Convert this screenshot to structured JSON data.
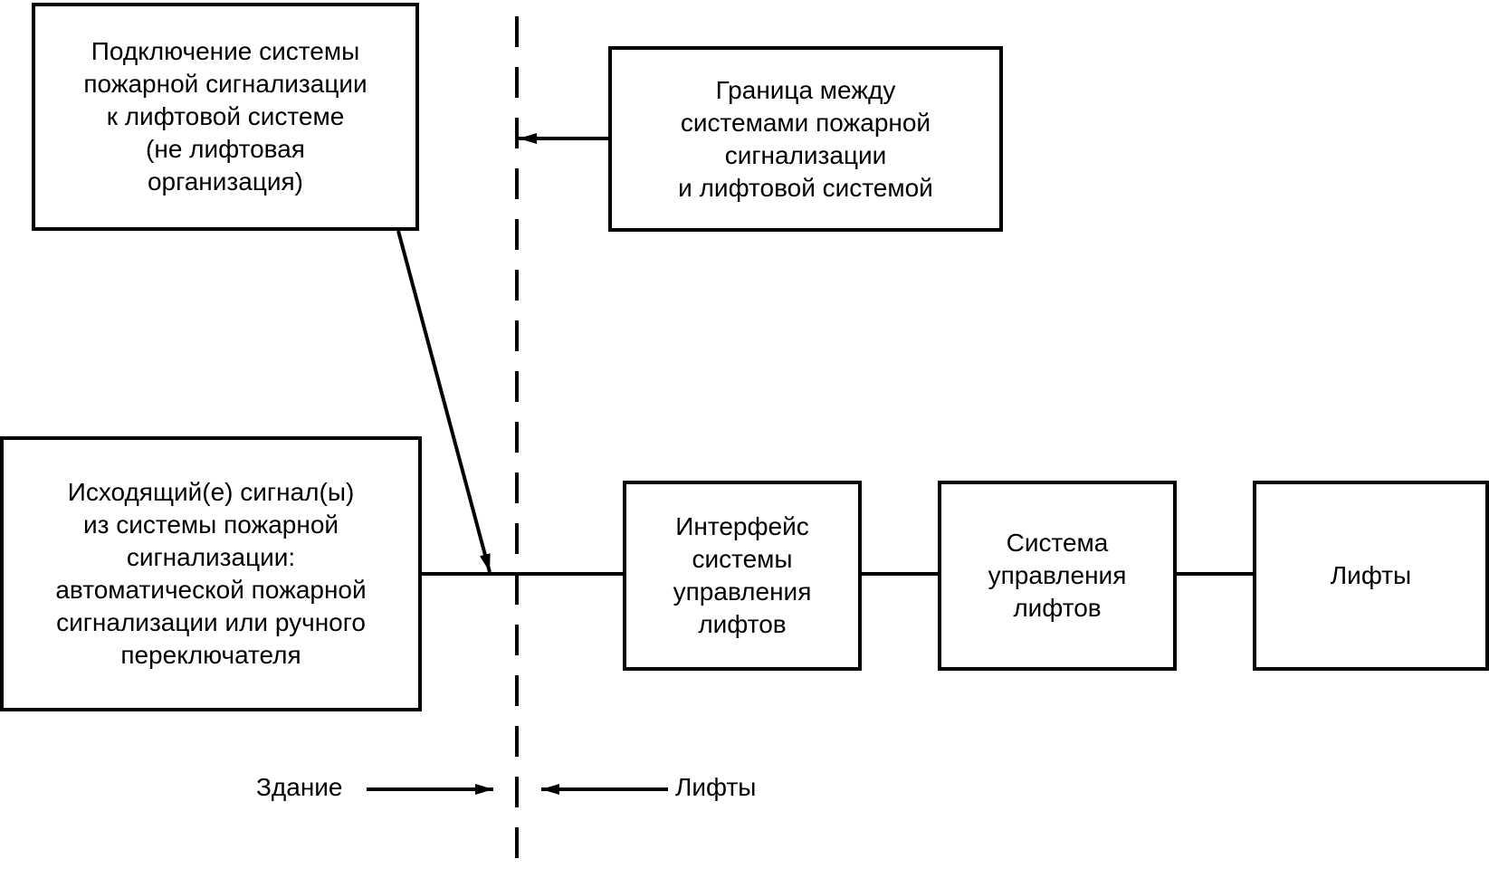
{
  "boxes": {
    "fire_connection": "Подключение системы\nпожарной сигнализации\nк лифтовой системе\n(не лифтовая\nорганизация)",
    "boundary": "Граница между\nсистемами пожарной\nсигнализации\nи лифтовой системой",
    "output_signals": "Исходящий(е) сигнал(ы)\nиз системы пожарной\nсигнализации:\nавтоматической пожарной\nсигнализации или ручного\nпереключателя",
    "interface": "Интерфейс\nсистемы\nуправления\nлифтов",
    "control_system": "Система\nуправления\nлифтов",
    "lifts": "Лифты"
  },
  "labels": {
    "building": "Здание",
    "lifts": "Лифты"
  },
  "colors": {
    "line": "#000000",
    "background": "#ffffff"
  }
}
